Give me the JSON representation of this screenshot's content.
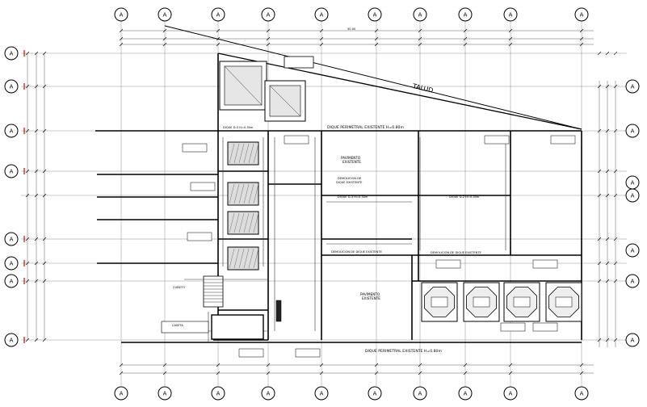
{
  "plan": {
    "grid_label": "A",
    "labels": {
      "talud": "TALUD",
      "dique_top": "DIQUE PERIMETRAL EXISTENTE H=0.80m",
      "dique_bottom": "DIQUE PERIMETRAL EXISTENTE H=0.80m",
      "pav_1": "PAVIMENTO",
      "pav_1b": "EXISTENTE",
      "pav_2": "PAVIMENTO",
      "pav_2b": "EXISTENTE",
      "demolicion_top": "DEMOLICION DE",
      "demolicion_top_b": "DIQUE EXISTENTE",
      "demolicion_mid": "DEMOLICION DE DIQUE EXISTENTE",
      "demolicion_right": "DEMOLICION DE DIQUE EXISTENTE",
      "dique_d3": "DIQUE D-3 H=0.30m",
      "dique_d2": "DIQUE D-2 H=0.30m",
      "dique_left": "DIQUE D-3 H=0.30m",
      "caseta": "CASETA",
      "cubeto": "CUBETO",
      "dim_total": "50.00"
    }
  }
}
